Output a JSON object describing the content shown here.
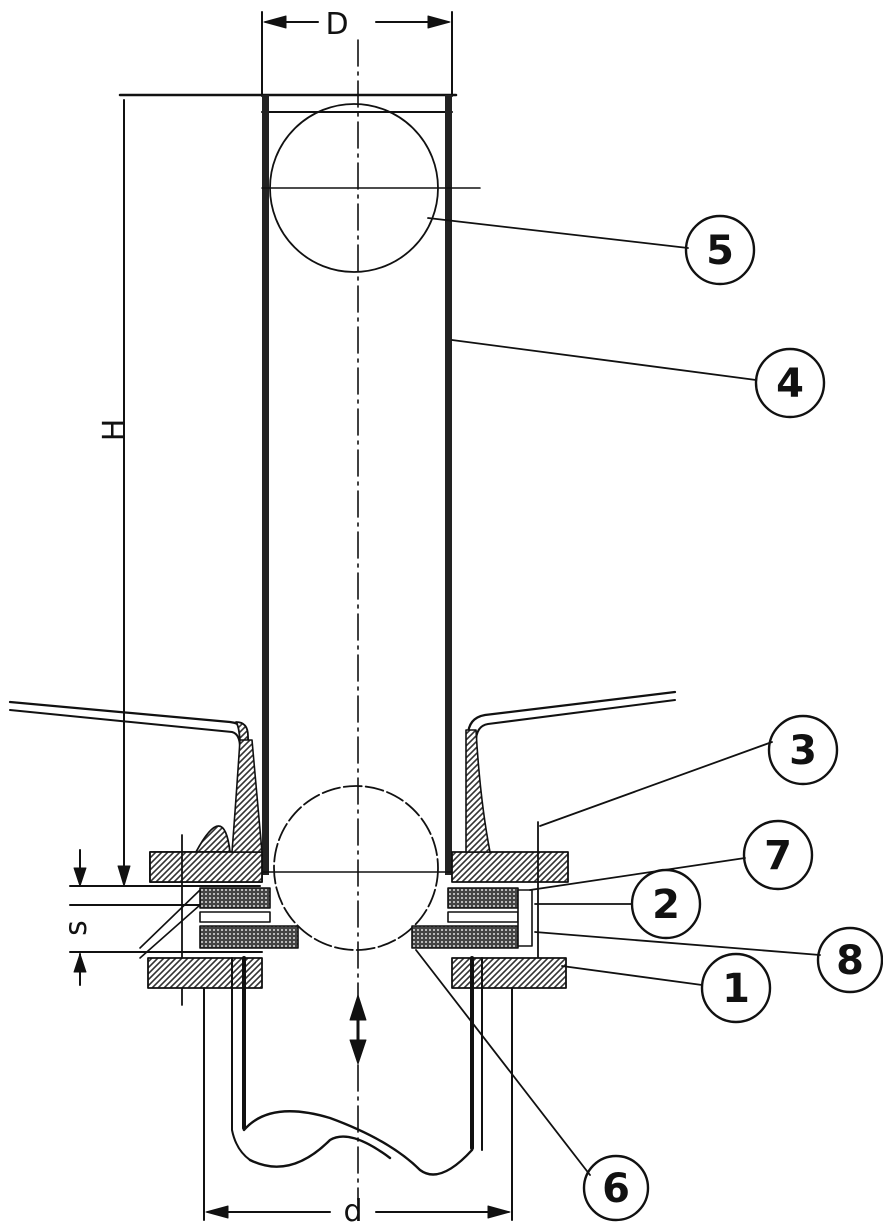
{
  "diagram": {
    "dimensions": {
      "D": "D",
      "H": "H",
      "s": "s",
      "d": "d"
    },
    "callouts": [
      "1",
      "2",
      "3",
      "4",
      "5",
      "6",
      "7",
      "8"
    ],
    "colors": {
      "ink": "#111111",
      "paper": "#ffffff",
      "hatch": "#333333"
    }
  }
}
